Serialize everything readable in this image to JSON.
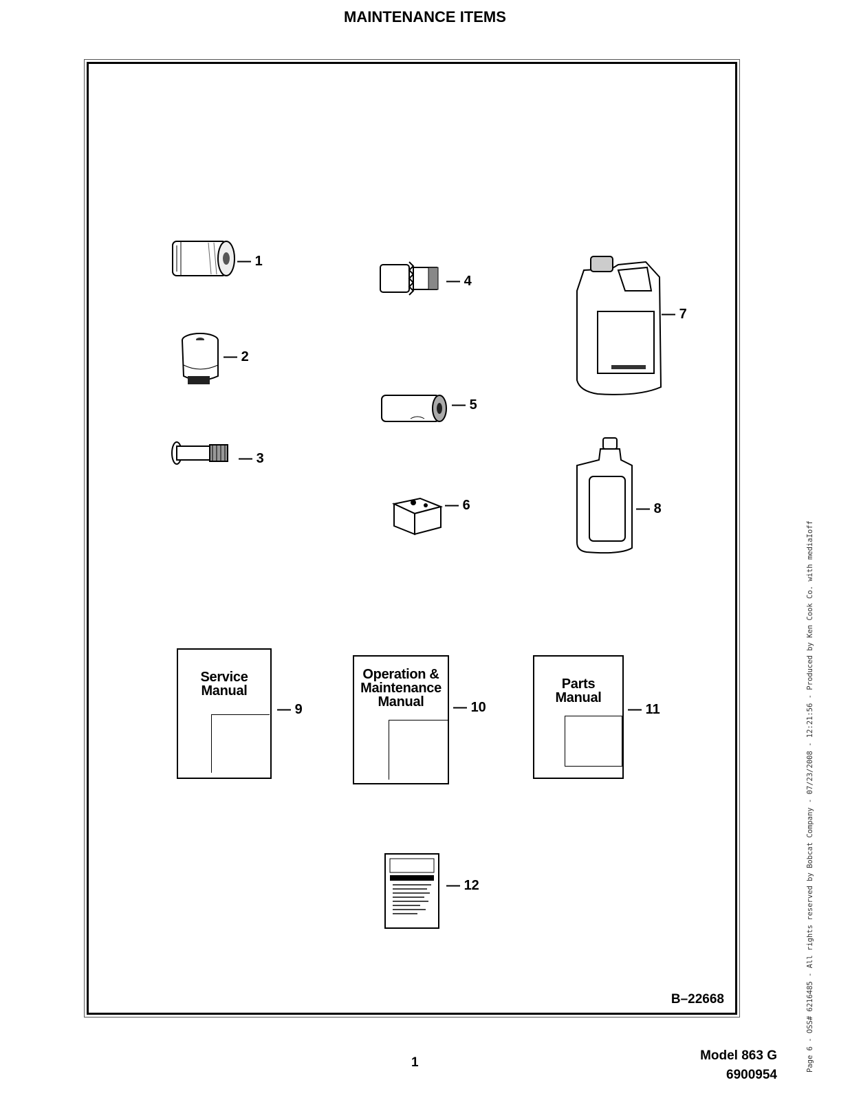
{
  "header": {
    "title": "MAINTENANCE ITEMS"
  },
  "figure": {
    "reference": "B–22668",
    "callouts": [
      "1",
      "2",
      "3",
      "4",
      "5",
      "6",
      "7",
      "8",
      "9",
      "10",
      "11",
      "12"
    ],
    "manuals": {
      "service": "Service\nManual",
      "operation": "Operation &\nMaintenance\nManual",
      "parts": "Parts\nManual"
    }
  },
  "footer": {
    "page_number": "1",
    "model": "Model 863 G",
    "serial": "6900954",
    "side_note": "Page 6 - OSS# 6216485 - All rights reserved by Bobcat Company - 07/23/2008 - 12:21:56 - Produced by Ken Cook Co. with mediaIoff"
  }
}
